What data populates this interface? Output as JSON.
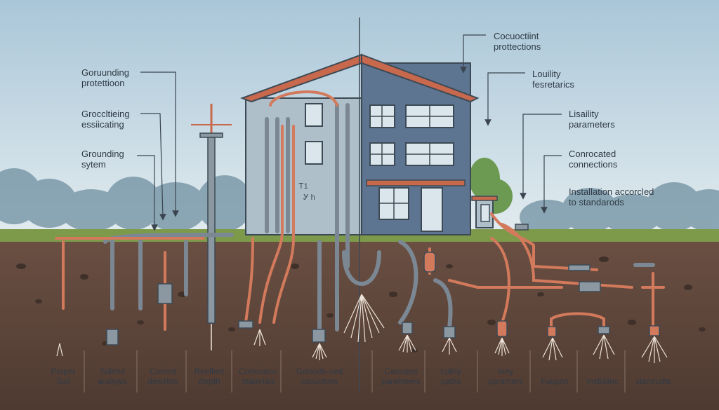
{
  "left_labels": [
    [
      "Goruunding",
      "protettioon"
    ],
    [
      "Groccltieing",
      "essiicating"
    ],
    [
      "Grounding",
      "sytem"
    ]
  ],
  "right_labels": [
    [
      "Cocuoctiint",
      "prottections"
    ],
    [
      "Louility",
      "fesretarics"
    ],
    [
      "Lisaility",
      "parameters"
    ],
    [
      "Conrocated",
      "connections"
    ],
    [
      "Installation accorcled",
      "to standarods"
    ]
  ],
  "bottom_labels": [
    [
      "Proper",
      "Soil"
    ],
    [
      "Sulehd",
      "analysis"
    ],
    [
      "Correct",
      "desiston"
    ],
    [
      "Reeflect",
      "diepth"
    ],
    [
      "Corrossion",
      "materials"
    ],
    [
      "Golsortt--ced",
      "conuctons"
    ],
    [
      "Carcuted",
      "paremeers"
    ],
    [
      "Luility",
      "paths"
    ],
    [
      "Ieey",
      "paramers"
    ],
    [
      "Fuopno",
      ""
    ],
    [
      "Instialinc",
      ""
    ],
    [
      "standudts",
      ""
    ]
  ],
  "window_sign": [
    "Ꭲ1",
    "Ꭹ h"
  ],
  "colors": {
    "sky": "#c9dce6",
    "soil": "#5a4338",
    "grass": "#7c9a4a",
    "house_left": "#aebfc9",
    "house_right": "#5d7590",
    "roof": "#c8684c",
    "copper": "#d37a5c",
    "steel": "#7b8893",
    "text": "#2f3a45"
  }
}
